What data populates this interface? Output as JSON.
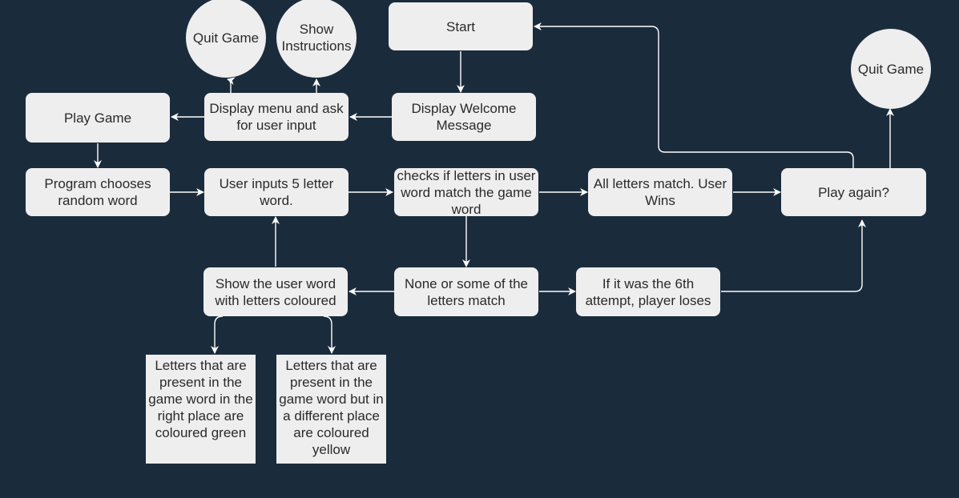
{
  "nodes": {
    "start": "Start",
    "welcome": "Display Welcome Message",
    "menu": "Display menu and ask for user input",
    "quit_game_1": "Quit Game",
    "show_instructions": "Show Instructions",
    "play_game": "Play Game",
    "choose_word": "Program chooses random word",
    "user_inputs": "User inputs 5 letter word.",
    "check_letters": "checks if letters in user word match the game word",
    "all_match": "All letters match. User Wins",
    "play_again": "Play again?",
    "quit_game_2": "Quit Game",
    "none_some_match": "None or some of the letters match",
    "sixth_attempt": "If it was the 6th attempt, player loses",
    "show_coloured": "Show the user word with letters coloured",
    "green_rule": "Letters that are present in the game word in the right  place are coloured green",
    "yellow_rule": "Letters that are present in the game word but in a different place are coloured yellow"
  },
  "colors": {
    "background": "#1a2b3c",
    "node_fill": "#eeeeee",
    "edge": "#ffffff",
    "text": "#2a2a2a"
  }
}
